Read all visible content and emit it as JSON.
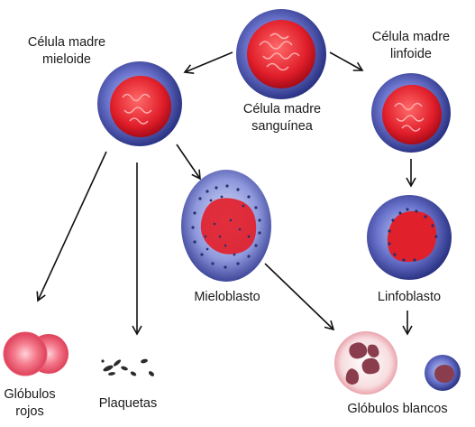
{
  "labels": {
    "stem": [
      "Célula madre",
      "sanguínea"
    ],
    "myeloid": [
      "Célula madre",
      "mieloide"
    ],
    "lymphoid": [
      "Célula madre",
      "linfoide"
    ],
    "myeloblast": "Mieloblasto",
    "lymphoblast": "Linfoblasto",
    "red_cells": [
      "Glóbulos",
      "rojos"
    ],
    "platelets": "Plaquetas",
    "white_cells": "Glóbulos blancos"
  },
  "colors": {
    "membrane_blue": "#3a3fa0",
    "nucleus_red": "#e0202a",
    "rbc_pink": "#ec4f66",
    "granule_dark": "#2a2f6e"
  }
}
